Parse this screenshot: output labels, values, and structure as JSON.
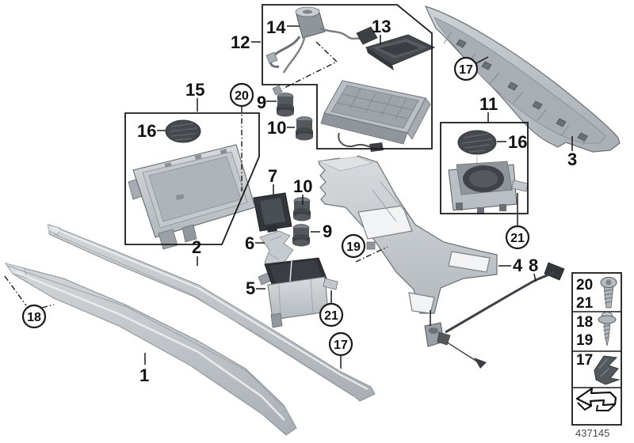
{
  "diagram_number": "437145",
  "callouts": {
    "n1": {
      "label": "1"
    },
    "n2": {
      "label": "2"
    },
    "n3": {
      "label": "3"
    },
    "n4": {
      "label": "4"
    },
    "n5": {
      "label": "5"
    },
    "n6": {
      "label": "6"
    },
    "n7": {
      "label": "7"
    },
    "n8": {
      "label": "8"
    },
    "n9_top": {
      "label": "9"
    },
    "n9_mid": {
      "label": "9"
    },
    "n10_top": {
      "label": "10"
    },
    "n10_mid": {
      "label": "10"
    },
    "n11": {
      "label": "11"
    },
    "n12": {
      "label": "12"
    },
    "n13": {
      "label": "13"
    },
    "n14": {
      "label": "14"
    },
    "n15": {
      "label": "15"
    },
    "n16_left": {
      "label": "16"
    },
    "n16_right": {
      "label": "16"
    }
  },
  "circled": {
    "c17_panel": {
      "label": "17"
    },
    "c17_trim": {
      "label": "17"
    },
    "c18": {
      "label": "18"
    },
    "c19": {
      "label": "19"
    },
    "c20": {
      "label": "20"
    },
    "c21_left": {
      "label": "21"
    },
    "c21_right": {
      "label": "21"
    }
  },
  "legend": {
    "row1": {
      "labels": [
        "20",
        "21"
      ],
      "icon": "torx-screw-icon"
    },
    "row2": {
      "labels": [
        "18",
        "19"
      ],
      "icon": "tapping-screw-icon"
    },
    "row3": {
      "labels": [
        "17"
      ],
      "icon": "spring-clip-icon"
    },
    "row4": {
      "icon": "direction-arrow-icon"
    }
  },
  "colors": {
    "outline": "#1a1a1a",
    "part_light": "#c9ced2",
    "part_mid": "#9aa0a5",
    "part_dark": "#3f4347",
    "background": "#ffffff"
  }
}
